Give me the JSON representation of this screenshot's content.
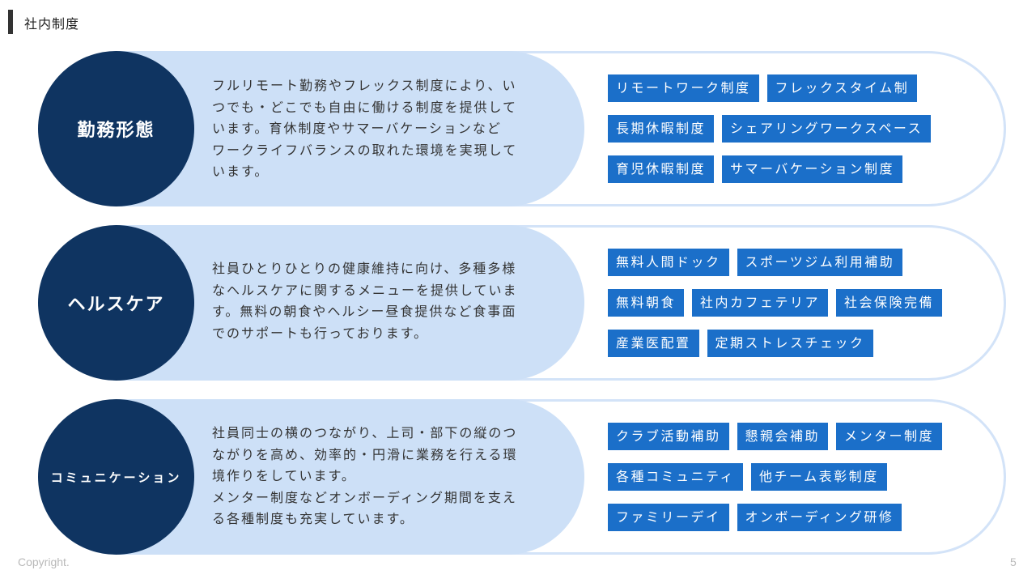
{
  "header": {
    "title": "社内制度"
  },
  "sections": [
    {
      "heading": "勤務形態",
      "description": "フルリモート勤務やフレックス制度により、い\nつでも・どこでも自由に働ける制度を提供して\nいます。育休制度やサマーバケーションなど\nワークライフバランスの取れた環境を実現して\nいます。",
      "tags": [
        "リモートワーク制度",
        "フレックスタイム制",
        "長期休暇制度",
        "シェアリングワークスペース",
        "育児休暇制度",
        "サマーバケーション制度"
      ]
    },
    {
      "heading": "ヘルスケア",
      "description": "社員ひとりひとりの健康維持に向け、多種多様\nなヘルスケアに関するメニューを提供していま\nす。無料の朝食やヘルシー昼食提供など食事面\nでのサポートも行っております。",
      "tags": [
        "無料人間ドック",
        "スポーツジム利用補助",
        "無料朝食",
        "社内カフェテリア",
        "社会保険完備",
        "産業医配置",
        "定期ストレスチェック"
      ]
    },
    {
      "heading": "コミュニケーション",
      "description": "社員同士の横のつながり、上司・部下の縦のつ\nながりを高め、効率的・円滑に業務を行える環\n境作りをしています。\nメンター制度などオンボーディング期間を支え\nる各種制度も充実しています。",
      "tags": [
        "クラブ活動補助",
        "懇親会補助",
        "メンター制度",
        "各種コミュニティ",
        "他チーム表彰制度",
        "ファミリーデイ",
        "オンボーディング研修"
      ]
    }
  ],
  "footer": {
    "copyright": "Copyright.",
    "page_number": "5"
  },
  "colors": {
    "navy": "#0f3461",
    "band": "#cde0f7",
    "outline": "#d3e3f8",
    "tag": "#1b6fc9"
  }
}
